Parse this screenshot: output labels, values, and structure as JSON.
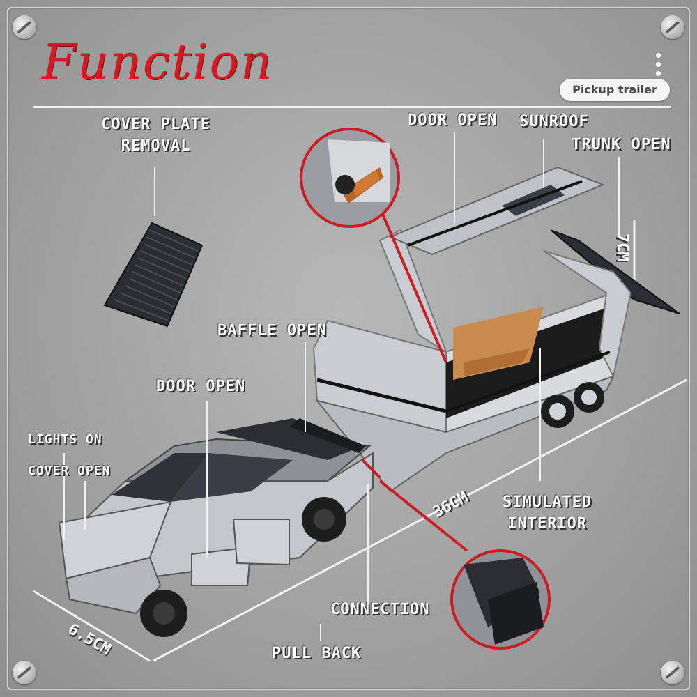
{
  "header": {
    "title": "Function",
    "badge": "Pickup trailer",
    "menu_icon": "vertical-dots-icon"
  },
  "labels": {
    "cover_plate_removal_line1": "COVER PLATE",
    "cover_plate_removal_line2": "REMOVAL",
    "door_open_top": "DOOR OPEN",
    "sunroof": "SUNROOF",
    "trunk_open": "TRUNK OPEN",
    "baffle_open": "BAFFLE OPEN",
    "door_open_front": "DOOR OPEN",
    "lights_on": "LIGHTS ON",
    "cover_open": "COVER OPEN",
    "simulated_interior_line1": "SIMULATED",
    "simulated_interior_line2": "INTERIOR",
    "connection": "CONNECTION",
    "pull_back": "PULL BACK"
  },
  "dimensions": {
    "height": "7CM",
    "length": "36CM",
    "width": "6.5CM"
  },
  "colors": {
    "title_red": "#d31a22",
    "background": "#a2a2a2",
    "label_white": "#ffffff",
    "callout_red": "#c81e24"
  }
}
